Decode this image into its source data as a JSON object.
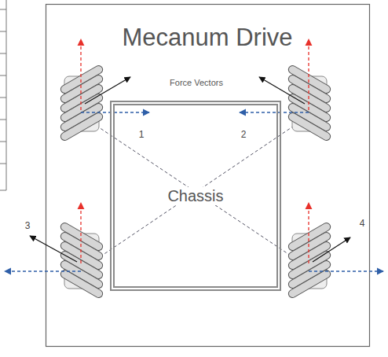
{
  "diagram": {
    "title": "Mecanum Drive",
    "nodes": [
      {
        "text": [
          "Chassis"
        ]
      }
    ],
    "labels": [
      "Force Vectors",
      "1",
      "2",
      "3",
      "4"
    ]
  }
}
